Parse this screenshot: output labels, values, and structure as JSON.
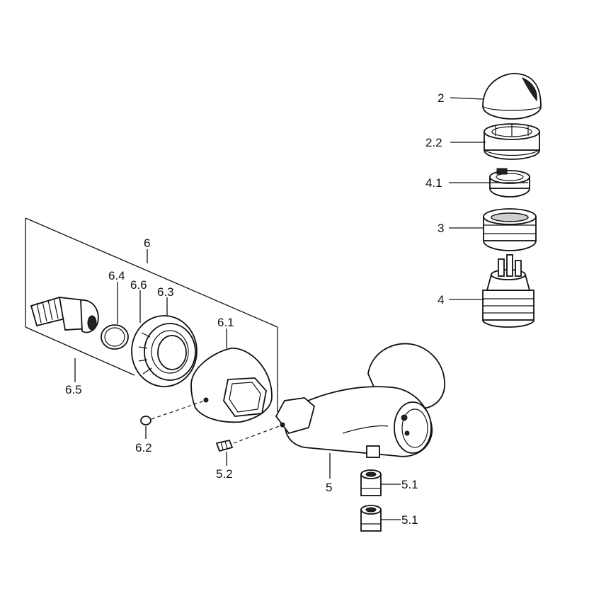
{
  "diagram": {
    "labels": {
      "cap": "2",
      "cap_ring": "2.2",
      "stop_ring": "4.1",
      "bonnet": "3",
      "cartridge": "4",
      "assembly": "6",
      "o_ring": "6.4",
      "gasket": "6.6",
      "nut": "6.3",
      "cover": "6.1",
      "inlet_connector": "6.5",
      "set_screw": "6.2",
      "grub_screw": "5.2",
      "body": "5",
      "check_valve_a": "5.1",
      "check_valve_b": "5.1"
    }
  }
}
